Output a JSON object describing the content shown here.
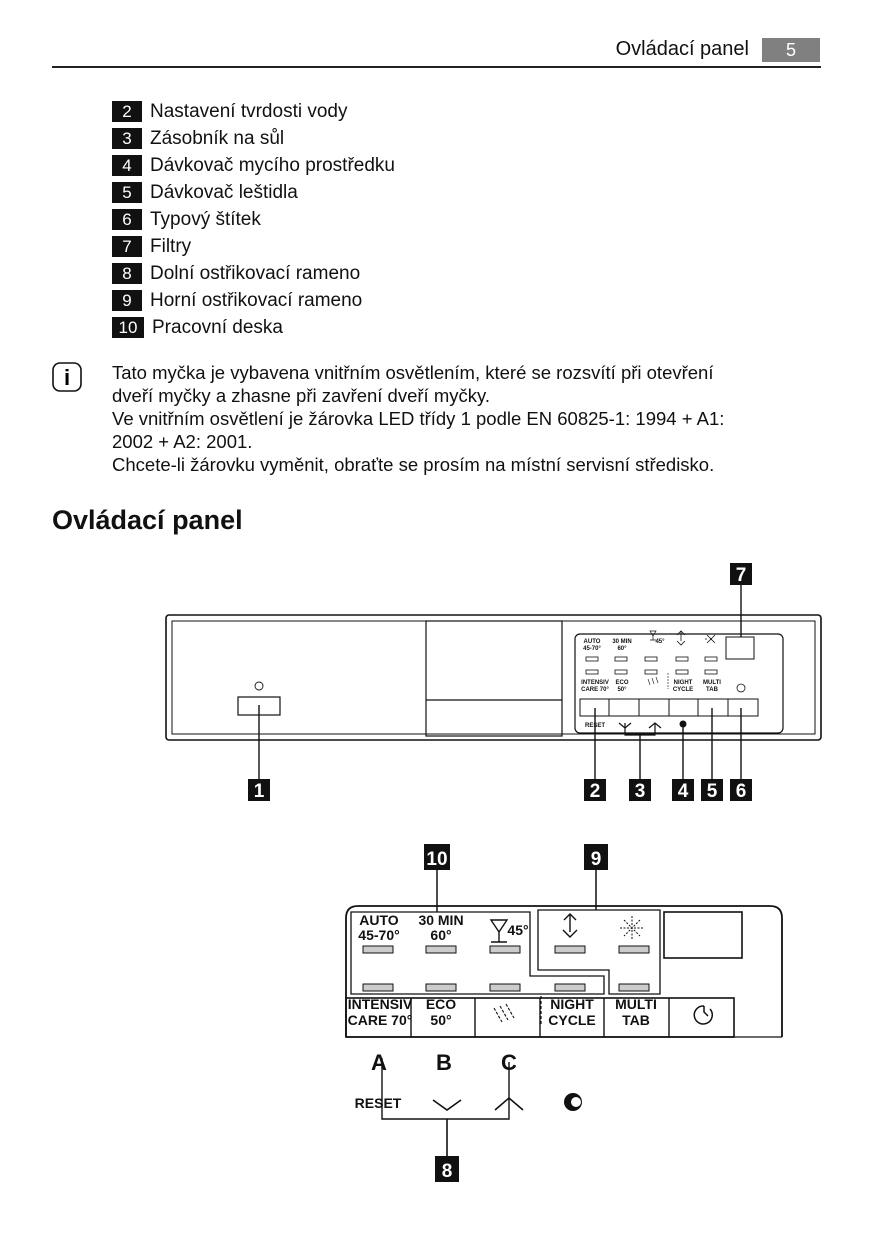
{
  "header": {
    "title": "Ovládací panel",
    "page": "5"
  },
  "legend": [
    {
      "num": "2",
      "label": "Nastavení tvrdosti vody"
    },
    {
      "num": "3",
      "label": "Zásobník na sůl"
    },
    {
      "num": "4",
      "label": "Dávkovač mycího prostředku"
    },
    {
      "num": "5",
      "label": "Dávkovač leštidla"
    },
    {
      "num": "6",
      "label": "Typový štítek"
    },
    {
      "num": "7",
      "label": "Filtry"
    },
    {
      "num": "8",
      "label": "Dolní ostřikovací rameno"
    },
    {
      "num": "9",
      "label": "Horní ostřikovací rameno"
    },
    {
      "num": "10",
      "label": "Pracovní deska"
    }
  ],
  "info": {
    "icon": "i",
    "lines": [
      "Tato myčka je vybavena vnitřním osvětlením, které se rozsvítí při otevření",
      "dveří myčky a zhasne při zavření dveří myčky.",
      "Ve vnitřním osvětlení je žárovka LED třídy 1 podle EN 60825-1: 1994 + A1:",
      "2002 + A2: 2001.",
      "Chcete-li žárovku vyměnit, obraťte se prosím na místní servisní středisko."
    ]
  },
  "section_title": "Ovládací panel",
  "diagram1": {
    "callouts": [
      "1",
      "2",
      "3",
      "4",
      "5",
      "6",
      "7"
    ],
    "power_symbol": "Ⓘ",
    "labels": {
      "auto": [
        "AUTO",
        "45-70°"
      ],
      "min30": [
        "30 MIN",
        "60°"
      ],
      "glass": "45°",
      "intensiv": [
        "INTENSIV",
        "CARE 70°"
      ],
      "eco": [
        "ECO",
        "50°"
      ],
      "night": [
        "NIGHT",
        "CYCLE"
      ],
      "multi": [
        "MULTI",
        "TAB"
      ],
      "reset": "RESET"
    }
  },
  "diagram2": {
    "callouts": [
      "10",
      "9",
      "8"
    ],
    "labels": {
      "auto": [
        "AUTO",
        "45-70°"
      ],
      "min30": [
        "30 MIN",
        "60°"
      ],
      "glass": "45°",
      "intensiv": [
        "INTENSIV",
        "CARE 70°"
      ],
      "eco": [
        "ECO",
        "50°"
      ],
      "night": [
        "NIGHT",
        "CYCLE"
      ],
      "multi": [
        "MULTI",
        "TAB"
      ],
      "reset": "RESET",
      "buttons": [
        "A",
        "B",
        "C"
      ]
    }
  }
}
